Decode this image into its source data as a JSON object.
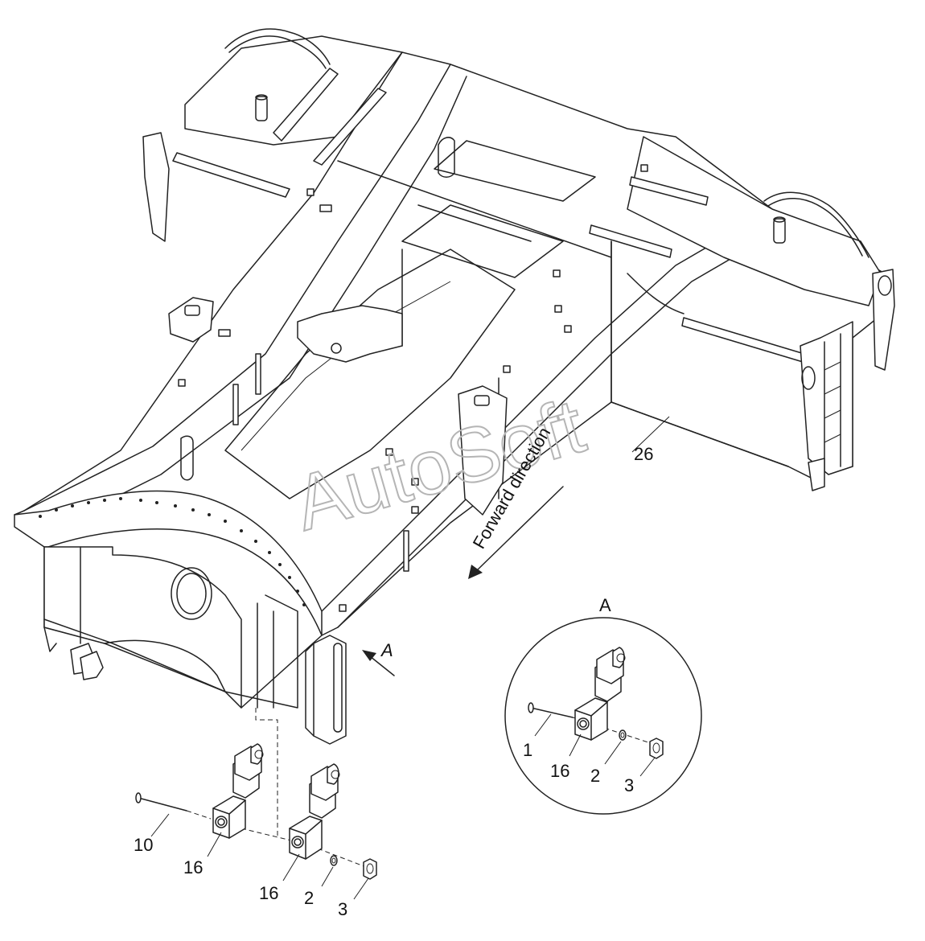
{
  "watermark": "AutoSoft",
  "direction_label": "Forward direction",
  "view_marker": "A",
  "detail_title": "A",
  "callouts": {
    "main_26": "26",
    "main_10": "10",
    "main_16a": "16",
    "main_16b": "16",
    "main_2": "2",
    "main_3": "3",
    "detail_1": "1",
    "detail_16": "16",
    "detail_2": "2",
    "detail_3": "3"
  }
}
